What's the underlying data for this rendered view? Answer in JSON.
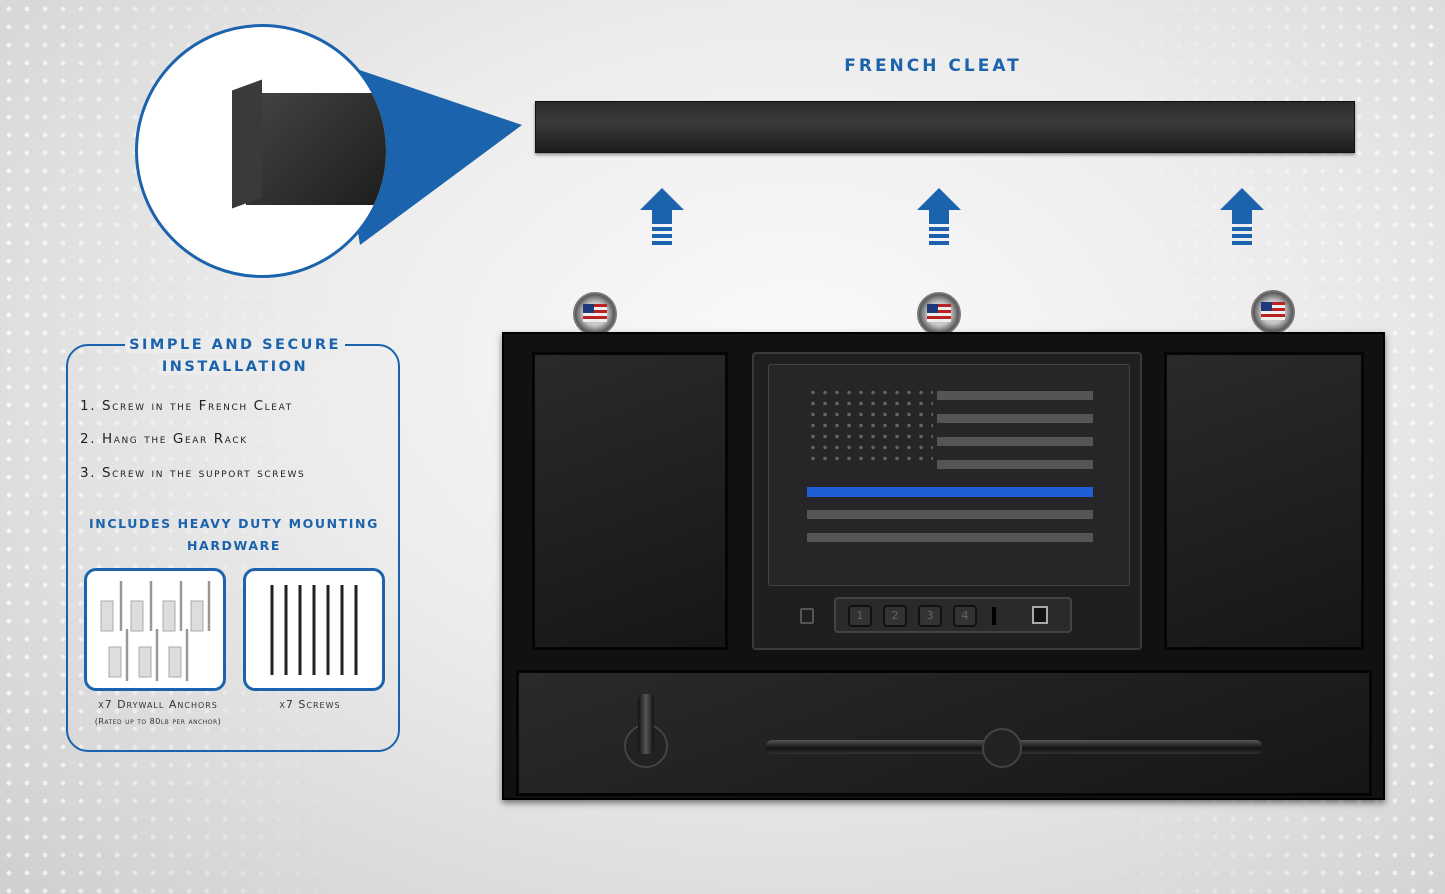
{
  "french_cleat": {
    "title": "FRENCH CLEAT"
  },
  "installation": {
    "title_line1": "SIMPLE AND SECURE",
    "title_line2": "INSTALLATION",
    "steps": [
      "1. Screw in the French Cleat",
      "2. Hang the Gear Rack",
      "3. Screw in the support screws"
    ],
    "includes_line1": "INCLUDES HEAVY DUTY MOUNTING",
    "includes_line2": "HARDWARE",
    "anchors_caption": "x7 Drywall Anchors",
    "anchors_note": "(Rated up to 80lb per anchor)",
    "screws_caption": "x7 Screws"
  },
  "safe": {
    "keys": [
      "1",
      "2",
      "3",
      "4"
    ]
  },
  "colors": {
    "accent": "#1b63ad",
    "thin_blue_line": "#1f5fd6"
  }
}
